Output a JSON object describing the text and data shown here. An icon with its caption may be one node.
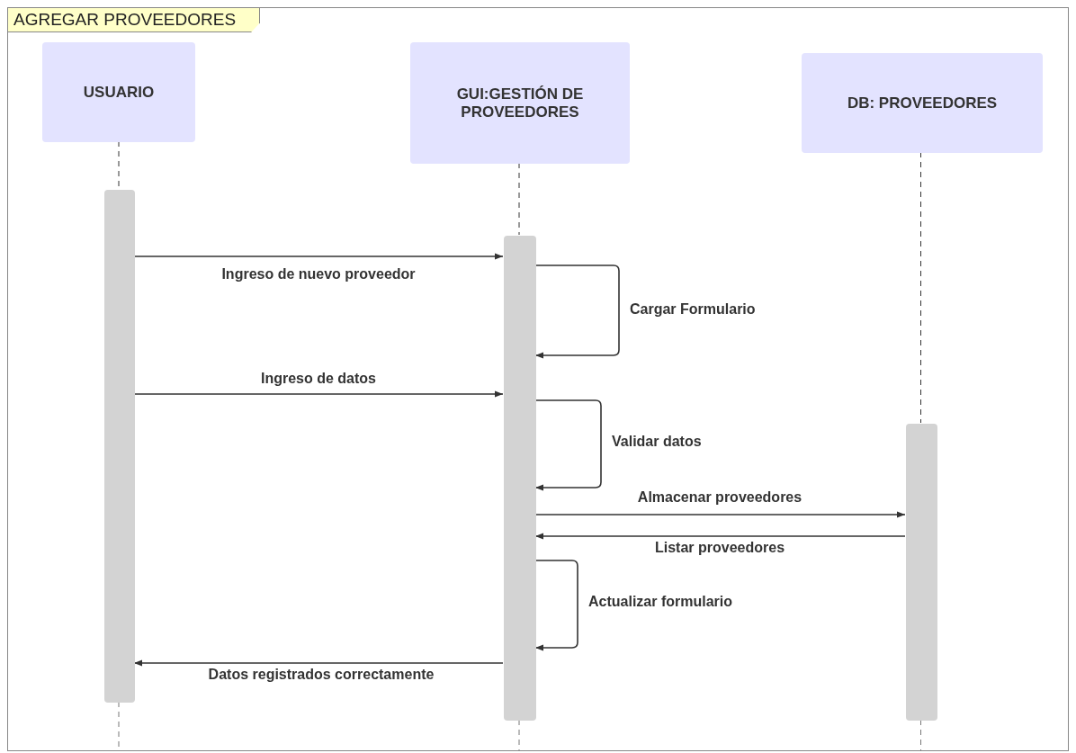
{
  "diagram": {
    "nodes": [
      {
        "text": [
          "AGREGAR PROVEEDORES"
        ]
      },
      {
        "text": [
          "USUARIO"
        ],
        "in": 0
      },
      {
        "text": [
          "GUI:GESTIÓN DE PROVEEDORES"
        ],
        "in": 0
      },
      {
        "text": [
          "DB: PROVEEDORES"
        ],
        "in": 0
      },
      {
        "text": [],
        "shape": "bar",
        "in": 0
      },
      {
        "text": [],
        "shape": "bar",
        "in": 0
      },
      {
        "text": [],
        "shape": "bar",
        "in": 0
      }
    ],
    "edges": [
      {
        "from": 1,
        "to": 4,
        "arrow": "none",
        "style": "dashed"
      },
      {
        "from": 2,
        "to": 5,
        "arrow": "none",
        "style": "dashed"
      },
      {
        "from": 3,
        "to": 6,
        "arrow": "none",
        "style": "dashed"
      },
      {
        "from": 4,
        "to": 5,
        "arrow": "to",
        "label": "Ingreso de nuevo proveedor"
      },
      {
        "from": 5,
        "to": 5,
        "arrow": "to",
        "label": "Cargar Formulario"
      },
      {
        "from": 4,
        "to": 5,
        "arrow": "to",
        "label": "Ingreso de datos"
      },
      {
        "from": 5,
        "to": 5,
        "arrow": "to",
        "label": "Validar datos"
      },
      {
        "from": 5,
        "to": 6,
        "arrow": "to",
        "label": "Almacenar proveedores"
      },
      {
        "from": 6,
        "to": 5,
        "arrow": "to",
        "label": "Listar proveedores"
      },
      {
        "from": 5,
        "to": 5,
        "arrow": "to",
        "label": "Actualizar formulario"
      },
      {
        "from": 5,
        "to": 4,
        "arrow": "to",
        "label": "Datos registrados correctamente"
      }
    ]
  }
}
